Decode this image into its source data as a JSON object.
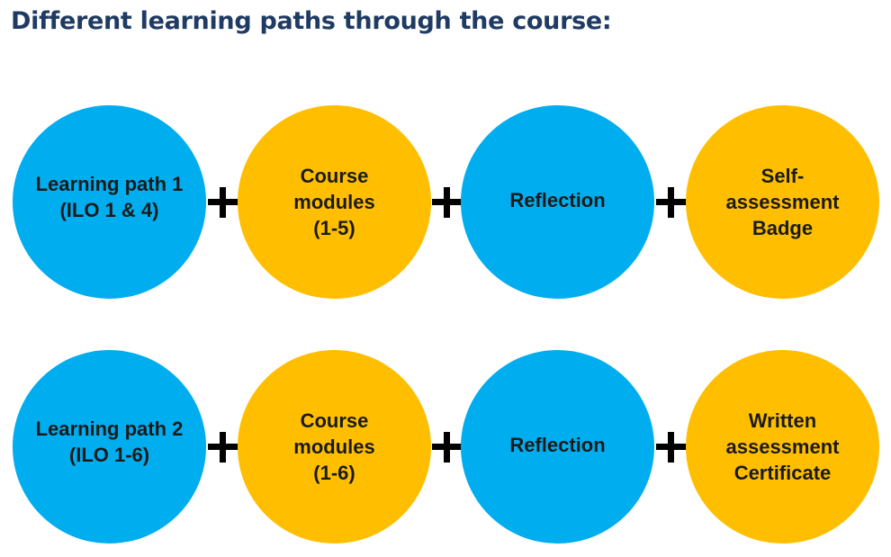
{
  "title": "Different learning paths through the course:",
  "paths": [
    {
      "steps": [
        {
          "label": "Learning path 1\n(ILO 1 & 4)",
          "color": "#00adef"
        },
        {
          "label": "Course\nmodules\n(1-5)",
          "color": "#ffbf00"
        },
        {
          "label": "Reflection",
          "color": "#00adef"
        },
        {
          "label": "Self-\nassessment\nBadge",
          "color": "#ffbf00"
        }
      ]
    },
    {
      "steps": [
        {
          "label": "Learning path 2\n(ILO 1-6)",
          "color": "#00adef"
        },
        {
          "label": "Course\nmodules\n(1-6)",
          "color": "#ffbf00"
        },
        {
          "label": "Reflection",
          "color": "#00adef"
        },
        {
          "label": "Written\nassessment\nCertificate",
          "color": "#ffbf00"
        }
      ]
    }
  ],
  "connector_icon": "plus-icon"
}
